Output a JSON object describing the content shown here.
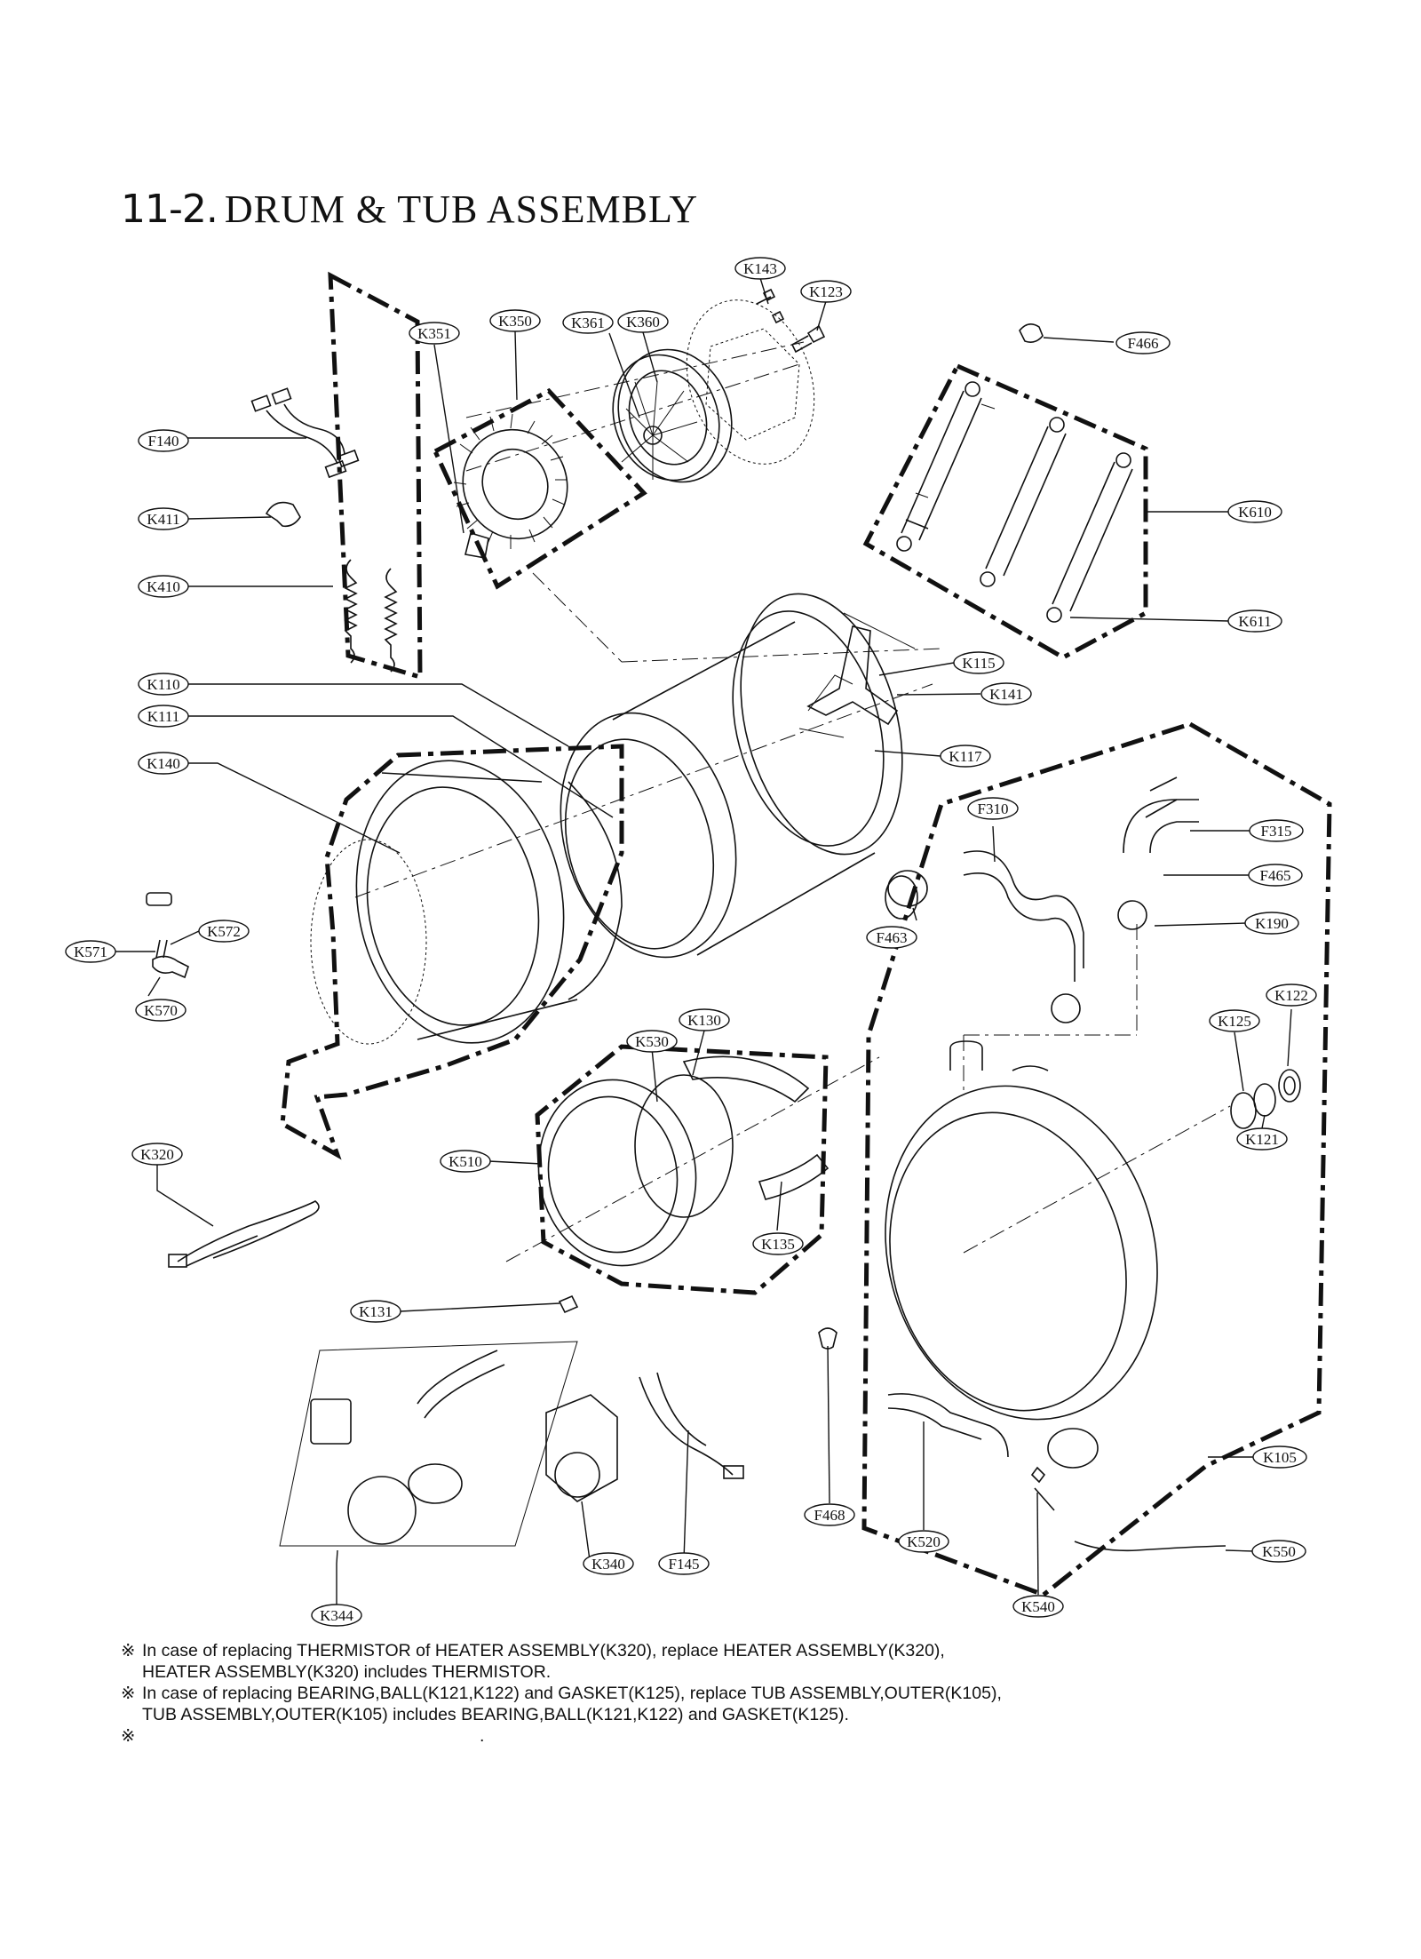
{
  "title": {
    "number": "11-2.",
    "text": "DRUM & TUB ASSEMBLY"
  },
  "parts": [
    {
      "id": "k143",
      "code": "K143"
    },
    {
      "id": "k123",
      "code": "K123"
    },
    {
      "id": "k351",
      "code": "K351"
    },
    {
      "id": "k350",
      "code": "K350"
    },
    {
      "id": "k361",
      "code": "K361"
    },
    {
      "id": "k360",
      "code": "K360"
    },
    {
      "id": "f466",
      "code": "F466"
    },
    {
      "id": "f140",
      "code": "F140"
    },
    {
      "id": "k411",
      "code": "K411"
    },
    {
      "id": "k410",
      "code": "K410"
    },
    {
      "id": "k610",
      "code": "K610"
    },
    {
      "id": "k611",
      "code": "K611"
    },
    {
      "id": "k115",
      "code": "K115"
    },
    {
      "id": "k141",
      "code": "K141"
    },
    {
      "id": "k110",
      "code": "K110"
    },
    {
      "id": "k111",
      "code": "K111"
    },
    {
      "id": "k117",
      "code": "K117"
    },
    {
      "id": "k140",
      "code": "K140"
    },
    {
      "id": "f310",
      "code": "F310"
    },
    {
      "id": "f315",
      "code": "F315"
    },
    {
      "id": "f465",
      "code": "F465"
    },
    {
      "id": "f463",
      "code": "F463"
    },
    {
      "id": "k190",
      "code": "K190"
    },
    {
      "id": "k572",
      "code": "K572"
    },
    {
      "id": "k571",
      "code": "K571"
    },
    {
      "id": "k570",
      "code": "K570"
    },
    {
      "id": "k122",
      "code": "K122"
    },
    {
      "id": "k125",
      "code": "K125"
    },
    {
      "id": "k530",
      "code": "K530"
    },
    {
      "id": "k130",
      "code": "K130"
    },
    {
      "id": "k121",
      "code": "K121"
    },
    {
      "id": "k320",
      "code": "K320"
    },
    {
      "id": "k510",
      "code": "K510"
    },
    {
      "id": "k135",
      "code": "K135"
    },
    {
      "id": "k131",
      "code": "K131"
    },
    {
      "id": "k105",
      "code": "K105"
    },
    {
      "id": "f468",
      "code": "F468"
    },
    {
      "id": "k550",
      "code": "K550"
    },
    {
      "id": "k520",
      "code": "K520"
    },
    {
      "id": "k340",
      "code": "K340"
    },
    {
      "id": "f145",
      "code": "F145"
    },
    {
      "id": "k540",
      "code": "K540"
    },
    {
      "id": "k344",
      "code": "K344"
    }
  ],
  "notes": {
    "mark": "※",
    "lines": [
      {
        "first": "In case of replacing THERMISTOR of HEATER ASSEMBLY(K320), replace HEATER ASSEMBLY(K320),",
        "second": "HEATER ASSEMBLY(K320) includes THERMISTOR."
      },
      {
        "first": "In case of replacing BEARING,BALL(K121,K122) and GASKET(K125), replace TUB ASSEMBLY,OUTER(K105),",
        "second": "TUB ASSEMBLY,OUTER(K105) includes BEARING,BALL(K121,K122) and GASKET(K125)."
      },
      {
        "first": ".",
        "second": ""
      }
    ]
  }
}
